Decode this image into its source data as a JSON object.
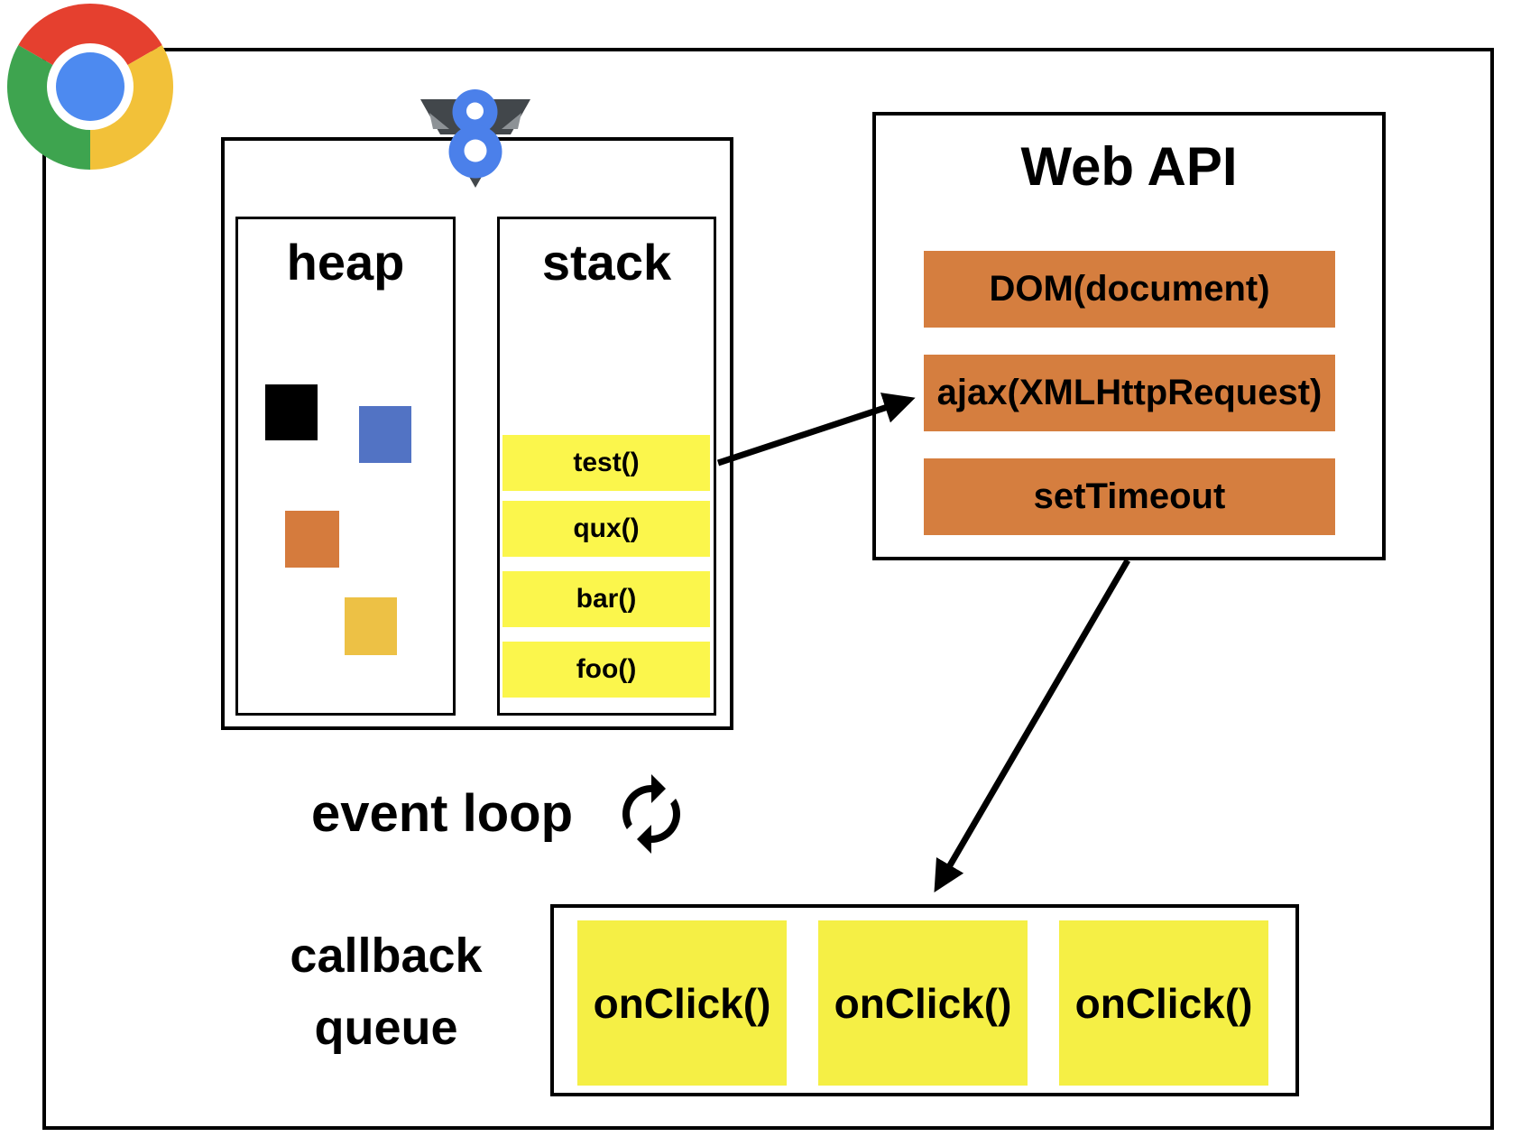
{
  "v8": {
    "heap_label": "heap",
    "stack_label": "stack",
    "stack_frames": [
      "test()",
      "qux()",
      "bar()",
      "foo()"
    ]
  },
  "web_api": {
    "title": "Web API",
    "items": [
      "DOM(document)",
      "ajax(XMLHttpRequest)",
      "setTimeout"
    ]
  },
  "event_loop": {
    "label": "event loop"
  },
  "callback_queue": {
    "label_line1": "callback",
    "label_line2": "queue",
    "items": [
      "onClick()",
      "onClick()",
      "onClick()"
    ]
  },
  "icons": {
    "chrome_logo": "chrome-browser-logo",
    "v8_logo": "v8-engine-logo",
    "refresh": "event-loop-cycle-icon"
  },
  "colors": {
    "border": "#000000",
    "stack_item_bg": "#FBF64C",
    "queue_item_bg": "#F5EF45",
    "webapi_item_bg": "#D57E3F",
    "heap_black": "#000000",
    "heap_blue": "#5273C4",
    "heap_orange": "#D57B3D",
    "heap_gold": "#EDC145",
    "chrome_red": "#E5402F",
    "chrome_yellow": "#F2C139",
    "chrome_green": "#3EA44F",
    "chrome_blue": "#4D8AF0",
    "v8_dark": "#42474B",
    "v8_bevel": "#8D9296",
    "v8_blue": "#4B80EA",
    "arrow": "#000000"
  }
}
